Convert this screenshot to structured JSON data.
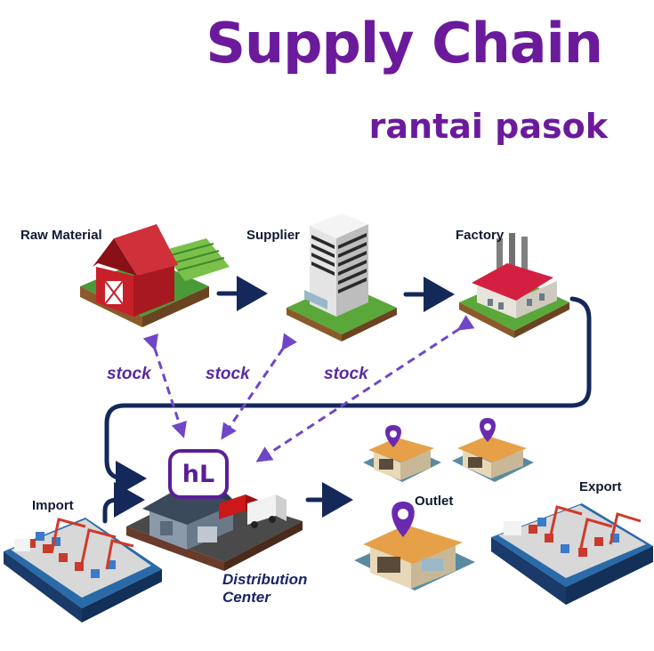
{
  "header": {
    "title": "Supply Chain",
    "subtitle": "rantai pasok"
  },
  "nodes": {
    "raw_material": "Raw Material",
    "supplier": "Supplier",
    "factory": "Factory",
    "import": "Import",
    "outlet": "Outlet",
    "export": "Export",
    "distribution_line1": "Distribution",
    "distribution_line2": "Center"
  },
  "badge": {
    "text": "hL"
  },
  "stock_labels": [
    "stock",
    "stock",
    "stock"
  ],
  "colors": {
    "title": "#6b1a9c",
    "flow_arrow": "#14285a",
    "stock_arrow": "#7046c8",
    "stock_text": "#5a2aa0",
    "badge_border": "#5a1e96"
  }
}
